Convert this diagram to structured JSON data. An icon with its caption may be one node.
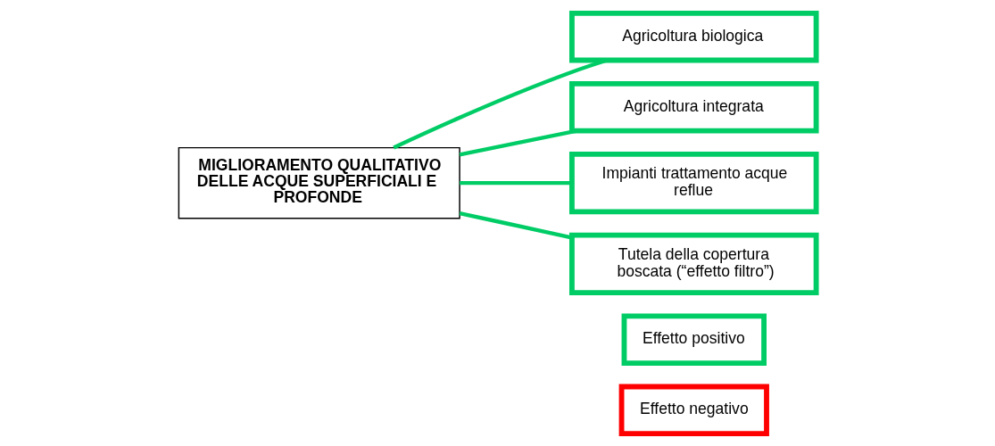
{
  "diagram": {
    "nodes": [
      {
        "text": [
          "MIGLIORAMENTO QUALITATIVO DELLE ACQUE SUPERFICIALI E PROFONDE"
        ]
      },
      {
        "text": [
          "Agricoltura biologica"
        ]
      },
      {
        "text": [
          "Agricoltura integrata"
        ]
      },
      {
        "text": [
          "Impianti trattamento acque reflue"
        ]
      },
      {
        "text": [
          "Tutela della copertura boscata (“effetto filtro”)"
        ]
      }
    ],
    "edges": [
      {
        "from": 0,
        "to": 1,
        "arrow": "none"
      },
      {
        "from": 0,
        "to": 2,
        "arrow": "none"
      },
      {
        "from": 0,
        "to": 3,
        "arrow": "none"
      },
      {
        "from": 0,
        "to": 4,
        "arrow": "none"
      }
    ],
    "legend": [
      {
        "text": "Effetto positivo",
        "color": "#00cc66"
      },
      {
        "text": "Effetto negativo",
        "color": "#ff0000"
      }
    ]
  }
}
